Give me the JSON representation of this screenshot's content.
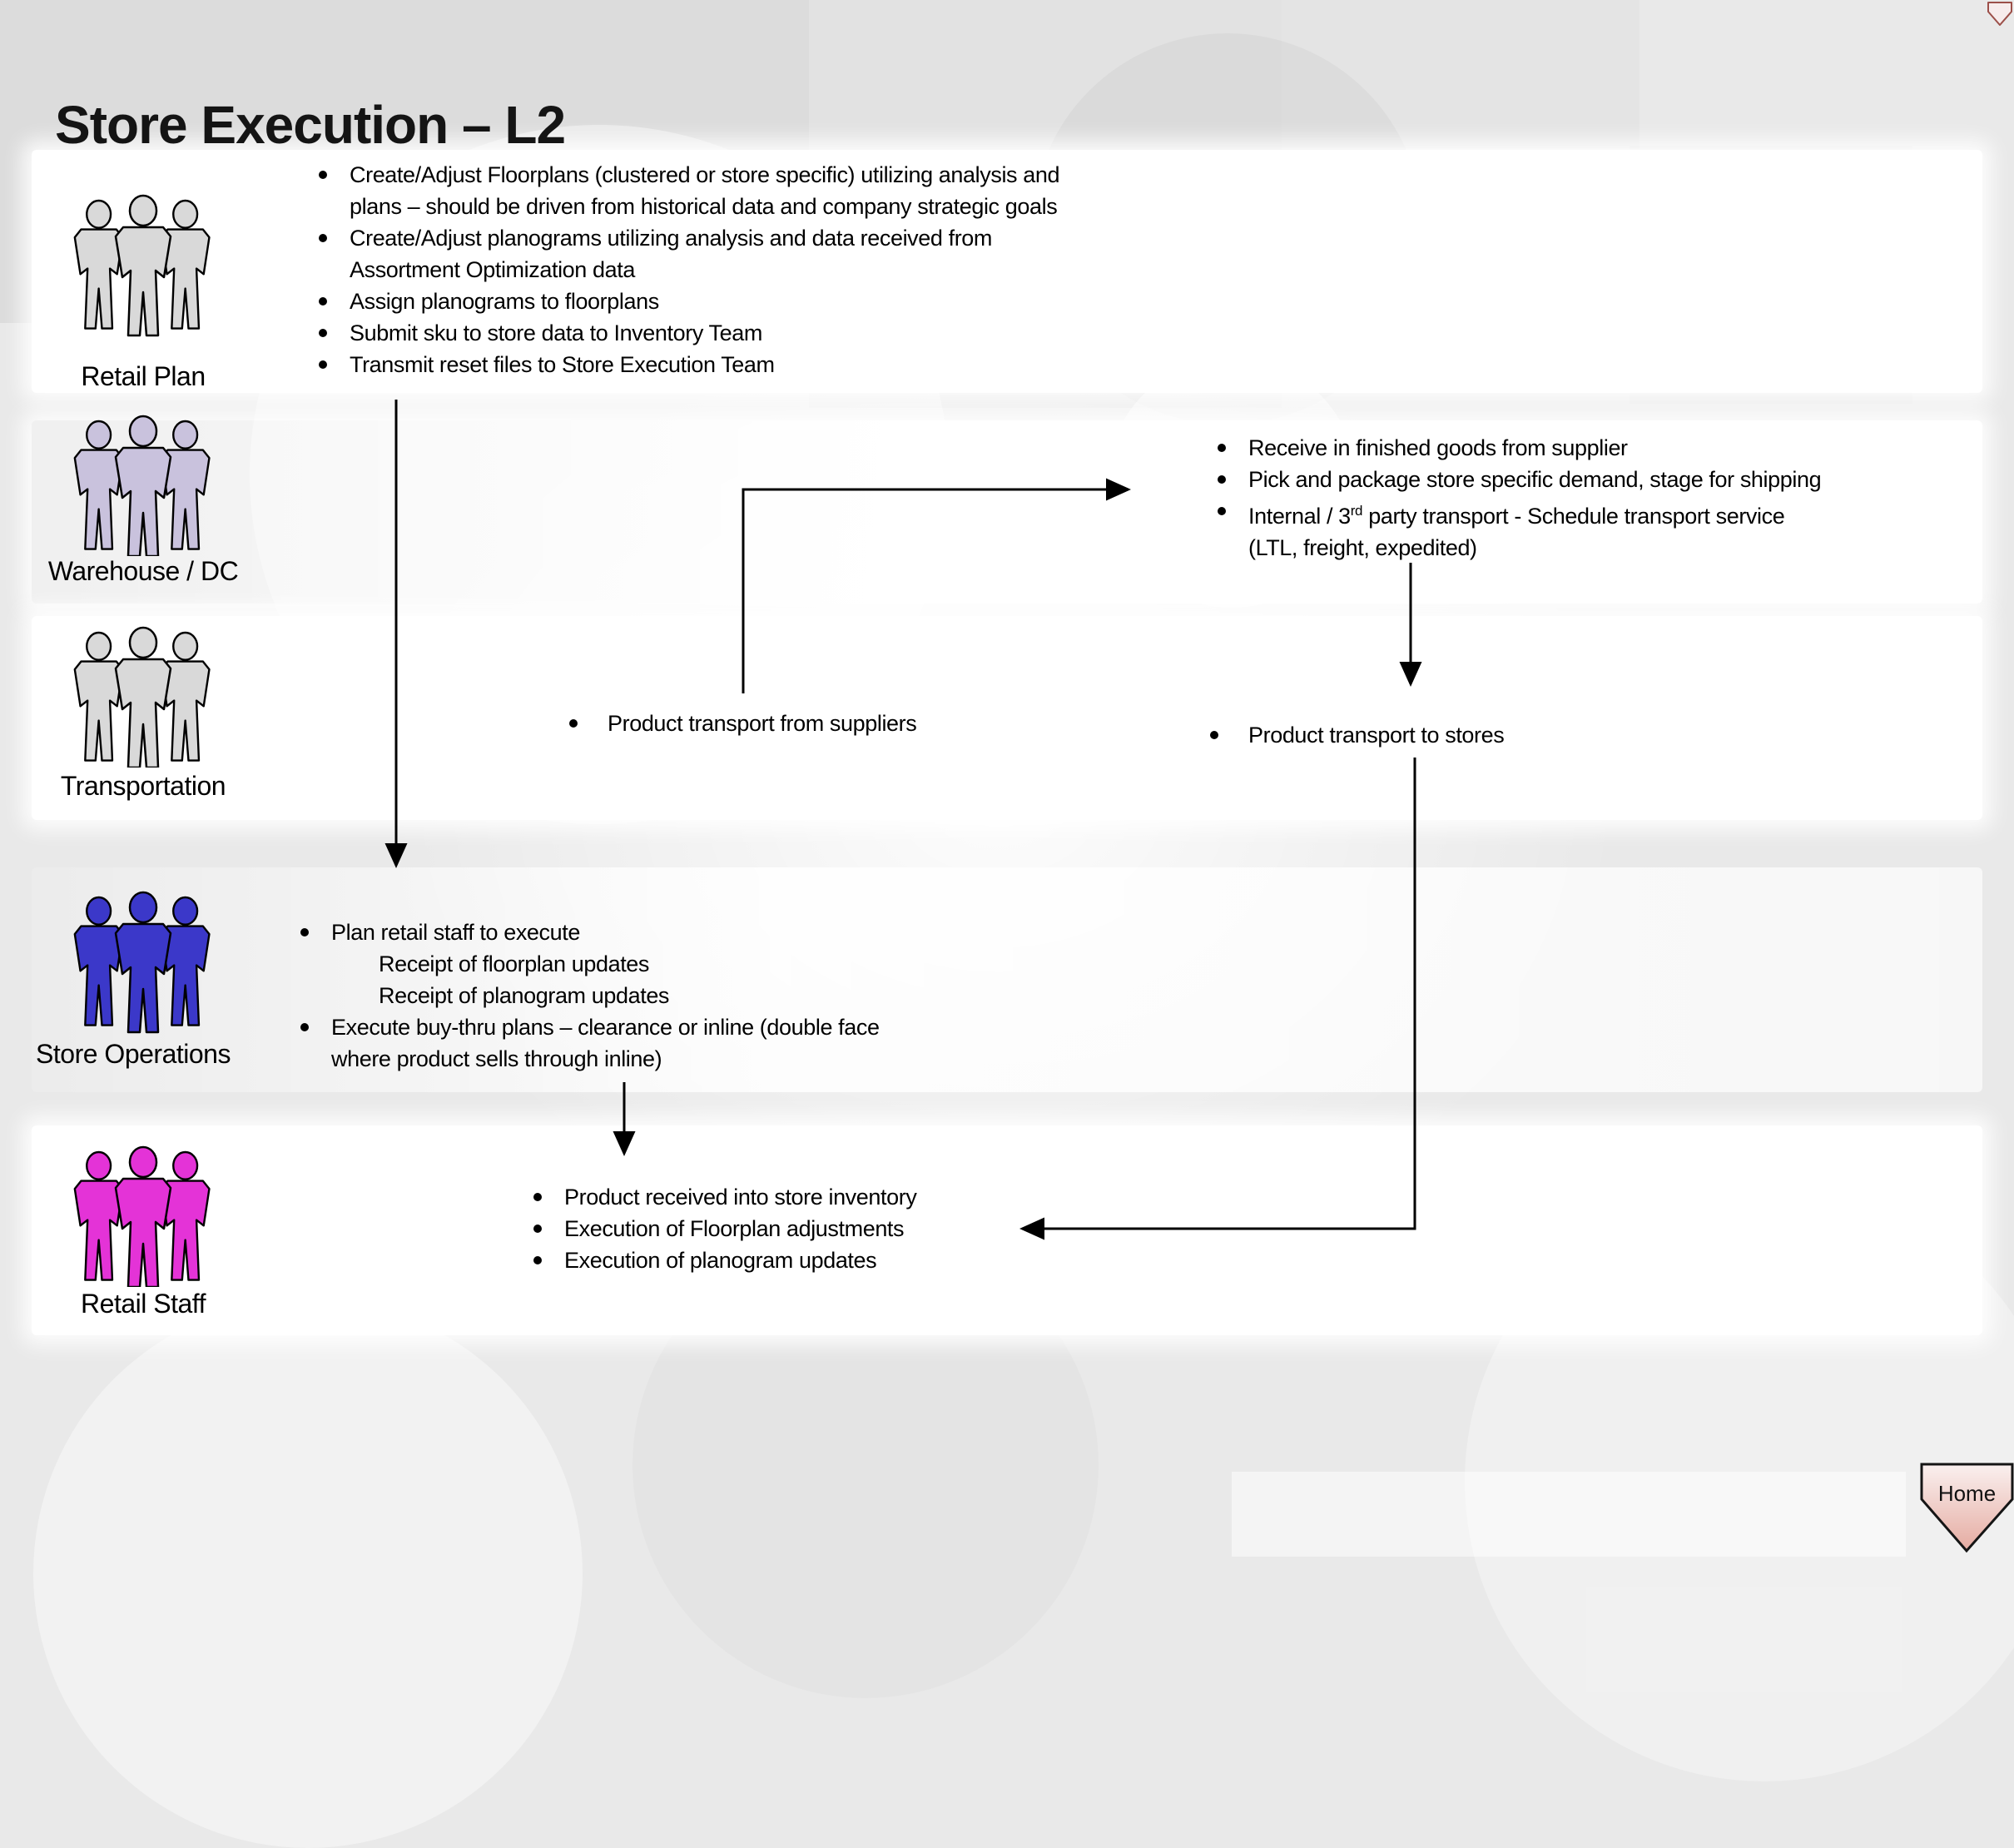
{
  "title": "Store Execution – L2",
  "nav": {
    "home_label": "Home"
  },
  "colors": {
    "icon_gray": "#d9d9d9",
    "icon_lavender": "#c9c2dd",
    "icon_blue": "#3b38c9",
    "icon_magenta": "#e433d7",
    "arrow": "#000000",
    "home_gradient_top": "#faf0ef",
    "home_gradient_bottom": "#e5aba1"
  },
  "lanes": [
    {
      "label": "Retail Plan",
      "icon": "three-people-icon",
      "icon_color": "#d9d9d9",
      "bullets": [
        {
          "dot": true,
          "text": "Create/Adjust Floorplans (clustered or store specific) utilizing analysis and"
        },
        {
          "dot": false,
          "text": "plans – should be driven from historical data and company strategic goals"
        },
        {
          "dot": true,
          "text": "Create/Adjust planograms utilizing analysis and data received from"
        },
        {
          "dot": false,
          "text": "Assortment Optimization data"
        },
        {
          "dot": true,
          "text": "Assign planograms to floorplans"
        },
        {
          "dot": true,
          "text": "Submit sku to store data to Inventory Team"
        },
        {
          "dot": true,
          "text": "Transmit reset files to Store Execution Team"
        }
      ]
    },
    {
      "label": "Warehouse / DC",
      "icon": "three-people-icon",
      "icon_color": "#c9c2dd",
      "bullets": [
        {
          "dot": true,
          "text": "Receive in finished goods from supplier"
        },
        {
          "dot": true,
          "text": "Pick and package store specific demand, stage for shipping"
        },
        {
          "dot": true,
          "text": "Internal / 3",
          "sup": "rd",
          "text2": " party transport - Schedule transport service"
        },
        {
          "dot": false,
          "text": "(LTL, freight, expedited)"
        }
      ]
    },
    {
      "label": "Transportation",
      "icon": "three-people-icon",
      "icon_color": "#d9d9d9",
      "bullets": [
        {
          "dot": true,
          "text": "Product transport from suppliers"
        },
        {
          "dot": true,
          "text": "Product transport to stores"
        }
      ]
    },
    {
      "label": "Store Operations",
      "icon": "three-people-icon",
      "icon_color": "#3b38c9",
      "bullets": [
        {
          "dot": true,
          "text": "Plan retail staff to execute"
        },
        {
          "dot": false,
          "indent": true,
          "text": "Receipt of floorplan updates"
        },
        {
          "dot": false,
          "indent": true,
          "text": "Receipt of planogram updates"
        },
        {
          "dot": true,
          "text": "Execute buy-thru plans – clearance or inline (double face"
        },
        {
          "dot": false,
          "text": "where product sells through inline)"
        }
      ]
    },
    {
      "label": "Retail Staff",
      "icon": "three-people-icon",
      "icon_color": "#e433d7",
      "bullets": [
        {
          "dot": true,
          "text": "Product received into store inventory"
        },
        {
          "dot": true,
          "text": "Execution of Floorplan adjustments"
        },
        {
          "dot": true,
          "text": "Execution of planogram updates"
        }
      ]
    }
  ]
}
